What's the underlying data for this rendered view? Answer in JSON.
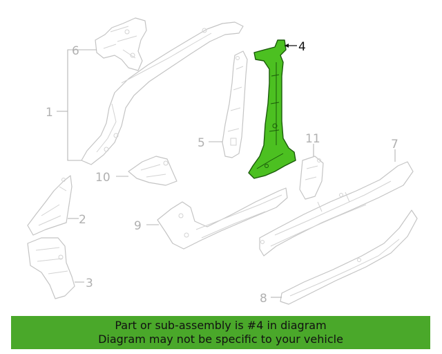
{
  "callouts": {
    "c1": "1",
    "c2": "2",
    "c3": "3",
    "c4": "4",
    "c5": "5",
    "c6": "6",
    "c7": "7",
    "c8": "8",
    "c9": "9",
    "c10": "10",
    "c11": "11"
  },
  "highlight_part": "4",
  "highlight_color": "#4cc021",
  "banner": {
    "line1": "Part or sub-assembly is #4 in diagram",
    "line2": "Diagram may not be specific to your vehicle",
    "background": "#4aa82a"
  }
}
